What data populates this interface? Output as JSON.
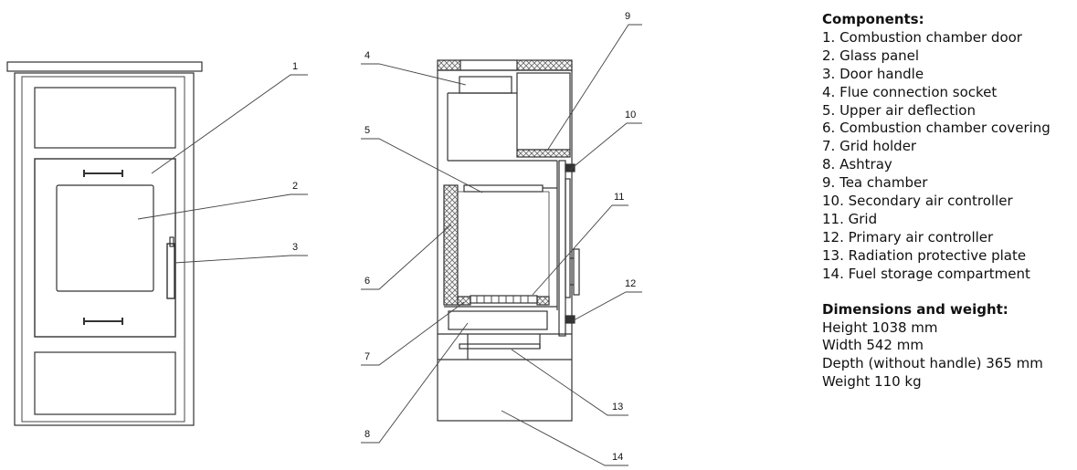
{
  "callouts": [
    "1",
    "2",
    "3",
    "4",
    "5",
    "6",
    "7",
    "8",
    "9",
    "10",
    "11",
    "12",
    "13",
    "14"
  ],
  "components": {
    "heading": "Components:",
    "items": [
      "1. Combustion chamber door",
      "2. Glass panel",
      "3. Door handle",
      "4. Flue connection socket",
      "5. Upper air deflection",
      "6. Combustion chamber covering",
      "7. Grid holder",
      "8. Ashtray",
      "9. Tea chamber",
      "10. Secondary air controller",
      "11. Grid",
      "12. Primary air controller",
      "13. Radiation protective plate",
      "14. Fuel storage compartment"
    ]
  },
  "dimensions": {
    "heading": "Dimensions and weight:",
    "items": [
      "Height 1038 mm",
      "Width 542 mm",
      "Depth (without handle) 365 mm",
      "Weight 110 kg"
    ]
  }
}
